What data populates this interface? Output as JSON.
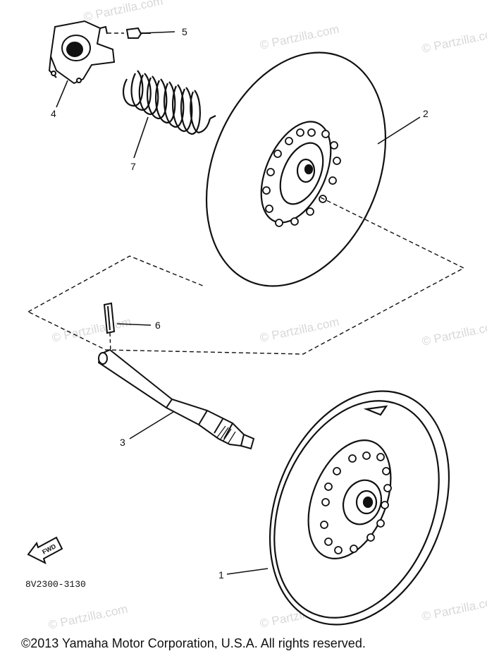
{
  "watermark": "© Partzilla.com",
  "parts": [
    {
      "number": "1"
    },
    {
      "number": "2"
    },
    {
      "number": "3"
    },
    {
      "number": "4"
    },
    {
      "number": "5"
    },
    {
      "number": "6"
    },
    {
      "number": "7"
    }
  ],
  "fwd_arrow_label": "FWD",
  "diagram_code": "8V2300-3130",
  "copyright": "©2013  Yamaha Motor Corporation, U.S.A. All rights reserved.",
  "colors": {
    "line": "#111111",
    "watermark": "#d8d8d8",
    "background": "#ffffff"
  }
}
